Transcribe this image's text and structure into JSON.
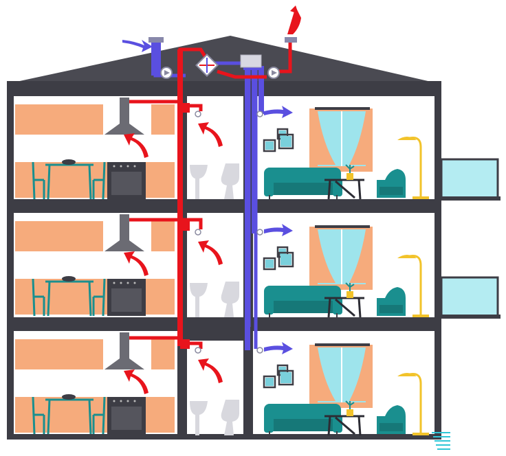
{
  "colors": {
    "wall": "#3d3d45",
    "roof": "#4a4a52",
    "interior": "#ffffff",
    "cabinet": "#f6ab7c",
    "exhaust_duct": "#e8141c",
    "supply_duct": "#5a4fe0",
    "furniture": "#1a8f8f",
    "window_glass": "#9ee4ec",
    "curtain": "#f6ab7c",
    "lamp": "#f2c32a",
    "bathroom_fixture": "#d8d8de",
    "picture_frame": "#7ad0dc",
    "balcony_glass": "#b4ecf2",
    "outline": "#2c2c34"
  },
  "rooftop": {
    "intake_arrow_icon": "supply-air-arrow-icon",
    "exhaust_arrow_icon": "exhaust-air-arrow-icon",
    "heat_exchanger_icon": "heat-exchanger-icon",
    "fan_icons": [
      "fan-icon",
      "fan-icon"
    ]
  },
  "floors": [
    {
      "level": 3,
      "rooms": [
        "kitchen",
        "bathroom",
        "living-room"
      ],
      "balcony": true
    },
    {
      "level": 2,
      "rooms": [
        "kitchen",
        "bathroom",
        "living-room"
      ],
      "balcony": true
    },
    {
      "level": 1,
      "rooms": [
        "kitchen",
        "bathroom",
        "living-room"
      ],
      "balcony": false
    }
  ]
}
